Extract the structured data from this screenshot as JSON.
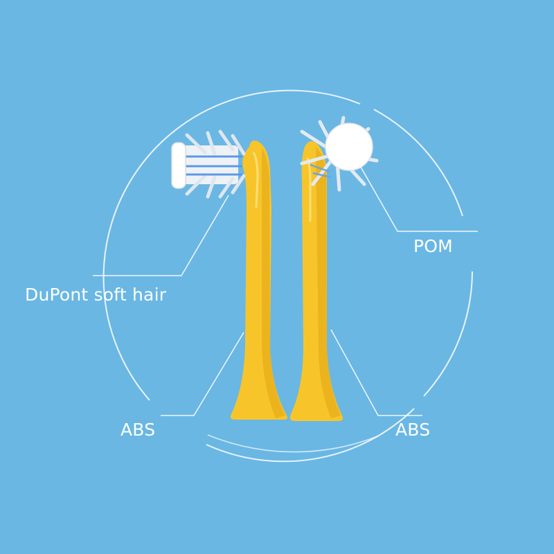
{
  "labels": {
    "dupont": "DuPont soft hair",
    "pom": "POM",
    "abs_left": "ABS",
    "abs_right": "ABS"
  },
  "colors": {
    "background": "#6ab7e4",
    "handle": "#f7c52a",
    "handle_shadow": "#e3a816",
    "bristle_white": "#f4f7fa",
    "bristle_blue": "#4f8fe0",
    "ring": "#ffffff",
    "label_text": "#ffffff"
  }
}
